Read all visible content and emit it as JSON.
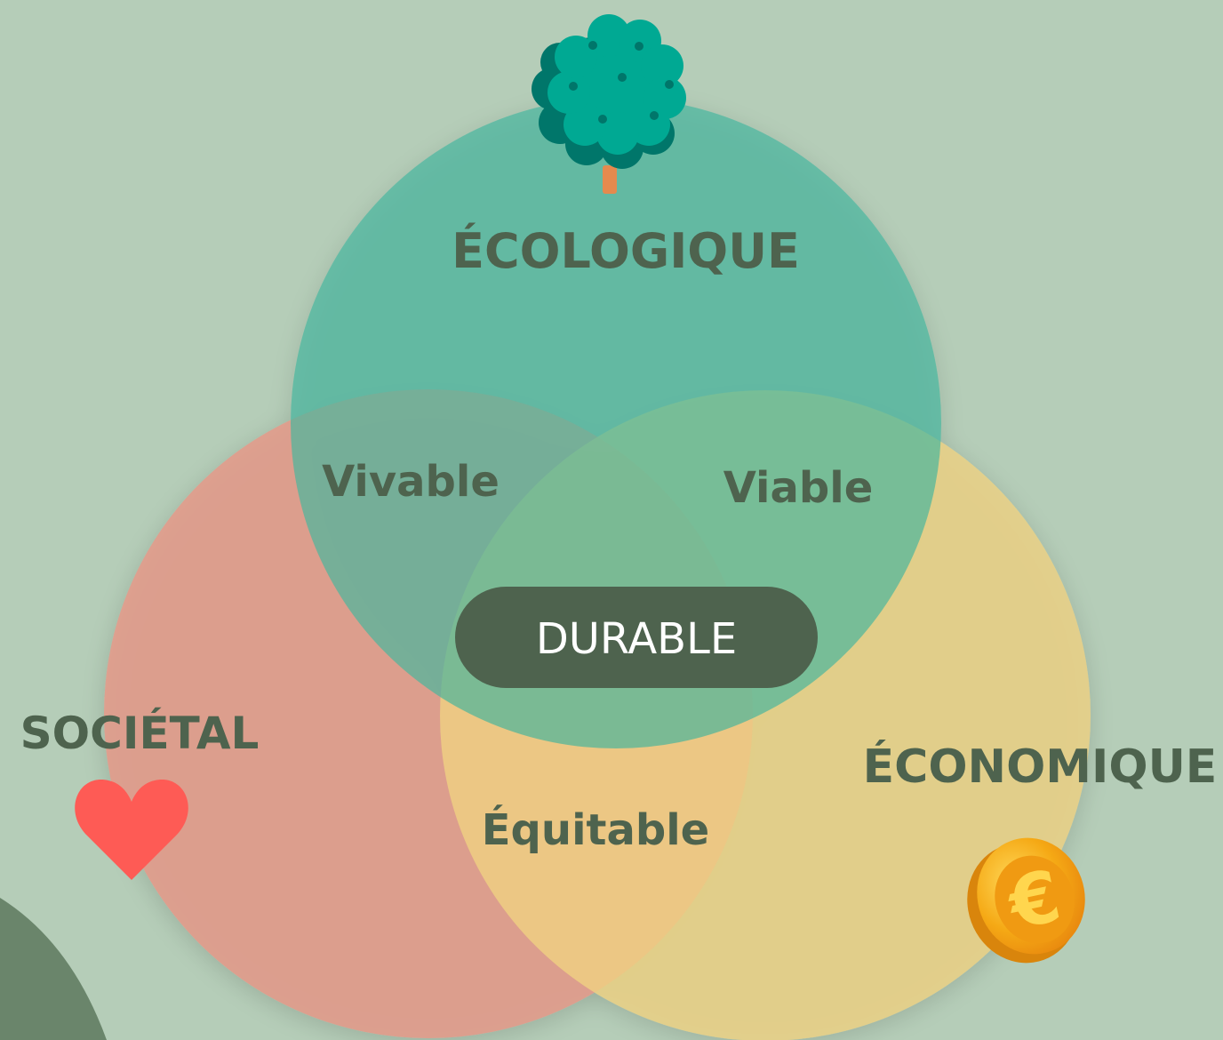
{
  "colors": {
    "background": "#b5cdb8",
    "ecologique": "#46b59e",
    "societal": "#e79788",
    "economique": "#f0d281",
    "label_text": "#4e634e",
    "durable_pill": "#4e634e",
    "durable_text": "#ffffff",
    "heart": "#fe5b55",
    "coin": "#f5a915",
    "tree_foliage": "#00a993",
    "tree_shadow": "#00766a",
    "tree_trunk": "#e58a4e",
    "blob": "#6a856b"
  },
  "icons": {
    "ecologique": "tree-icon",
    "societal": "heart-icon",
    "economique": "euro-coin-icon"
  },
  "circles": {
    "ecologique": "ÉCOLOGIQUE",
    "societal": "SOCIÉTAL",
    "economique": "ÉCONOMIQUE"
  },
  "intersections": {
    "ecologique_societal": "Vivable",
    "ecologique_economique": "Viable",
    "societal_economique": "Équitable",
    "center": "DURABLE"
  },
  "coin_symbol": "€"
}
